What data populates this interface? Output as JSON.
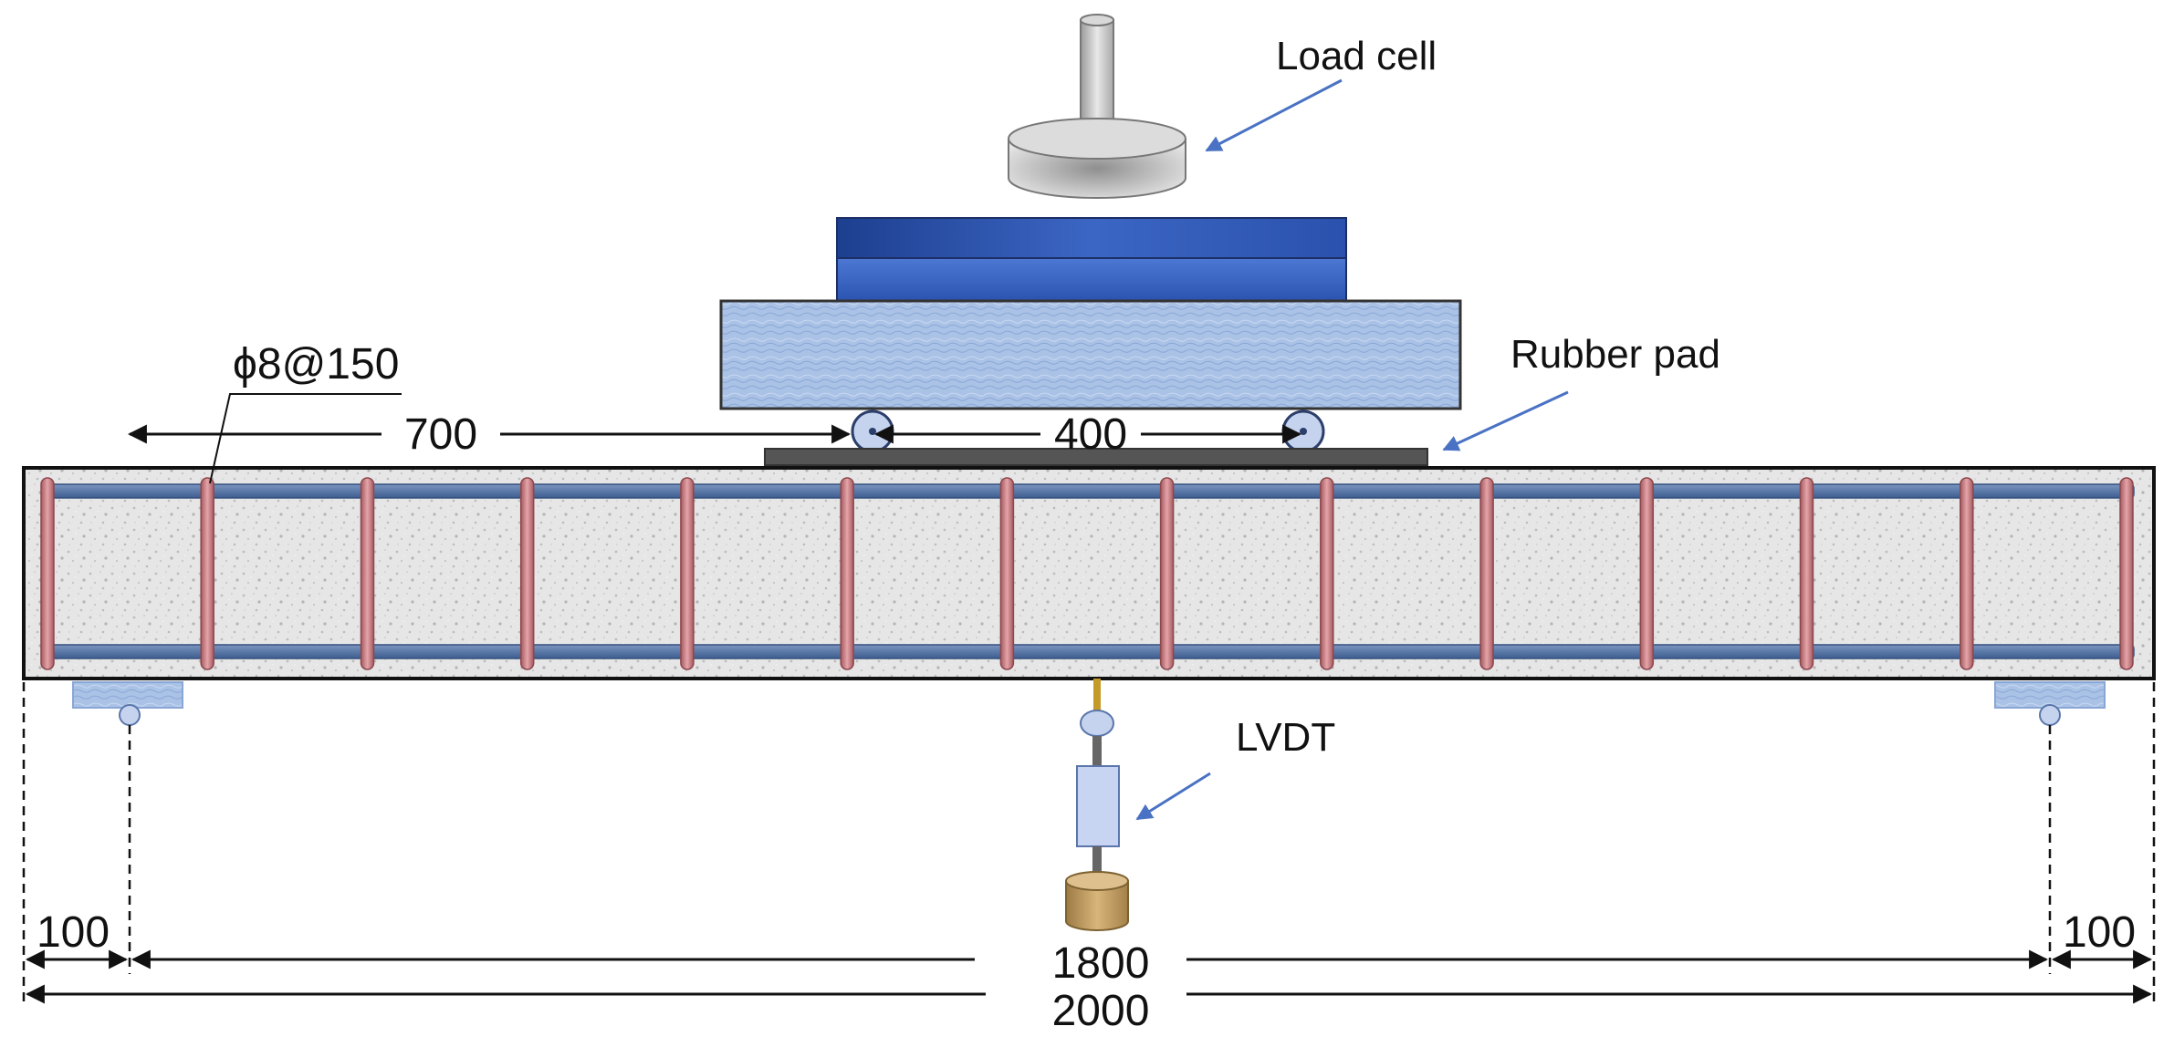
{
  "labels": {
    "load_cell": "Load cell",
    "rubber_pad": "Rubber pad",
    "lvdt": "LVDT",
    "stirrup_spec": "ϕ8@150"
  },
  "dimensions": {
    "left_to_load": "700",
    "load_span": "400",
    "left_overhang": "100",
    "right_overhang": "100",
    "support_span": "1800",
    "total_length": "2000"
  },
  "colors": {
    "stirrup": "#c97a7f",
    "longitudinal_bar": "#5b79a8",
    "steel_plate": "#2f55b0",
    "spreader": "#a9c2e6",
    "rubber_pad": "#555555",
    "arrow": "#4a72c4",
    "lvdt_body": "#c8d5f2",
    "lvdt_base": "#c7a46a"
  },
  "stirrup_count": 14
}
